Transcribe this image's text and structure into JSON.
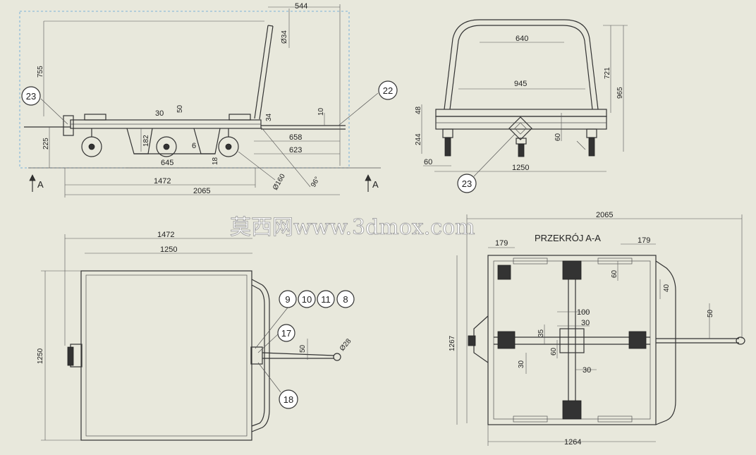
{
  "dims": {
    "side": {
      "d544": "544",
      "d34": "Ø34",
      "d755": "755",
      "d30": "30",
      "d50": "50",
      "d10": "10",
      "d34b": "34",
      "d658": "658",
      "d623": "623",
      "d225": "225",
      "d182": "182",
      "d645": "645",
      "d18": "18",
      "d6": "6",
      "d160": "Ø160",
      "d96": "96°",
      "d1472": "1472",
      "d2065": "2065"
    },
    "front": {
      "d640": "640",
      "d945": "945",
      "d721": "721",
      "d965": "965",
      "d48": "48",
      "d244": "244",
      "d60a": "60",
      "d60b": "60",
      "d1250": "1250"
    },
    "top": {
      "d1472": "1472",
      "d1250": "1250",
      "d1250v": "1250",
      "d50": "50",
      "d28": "Ø28"
    },
    "section": {
      "title": "PRZEKRÓJ A-A",
      "d2065": "2065",
      "d179a": "179",
      "d179b": "179",
      "d60": "60",
      "d40": "40",
      "d50": "50",
      "d100": "100",
      "d30a": "30",
      "d35": "35",
      "d60b": "60",
      "d30b": "30",
      "d30c": "30",
      "d1267": "1267",
      "d1264": "1264"
    }
  },
  "section_markers": {
    "left": "A",
    "right": "A"
  },
  "balloons": {
    "b23a": "23",
    "b22": "22",
    "b23b": "23",
    "b9": "9",
    "b10": "10",
    "b11": "11",
    "b8": "8",
    "b17": "17",
    "b18": "18"
  },
  "watermark": "莫西网www.3dmox.com"
}
